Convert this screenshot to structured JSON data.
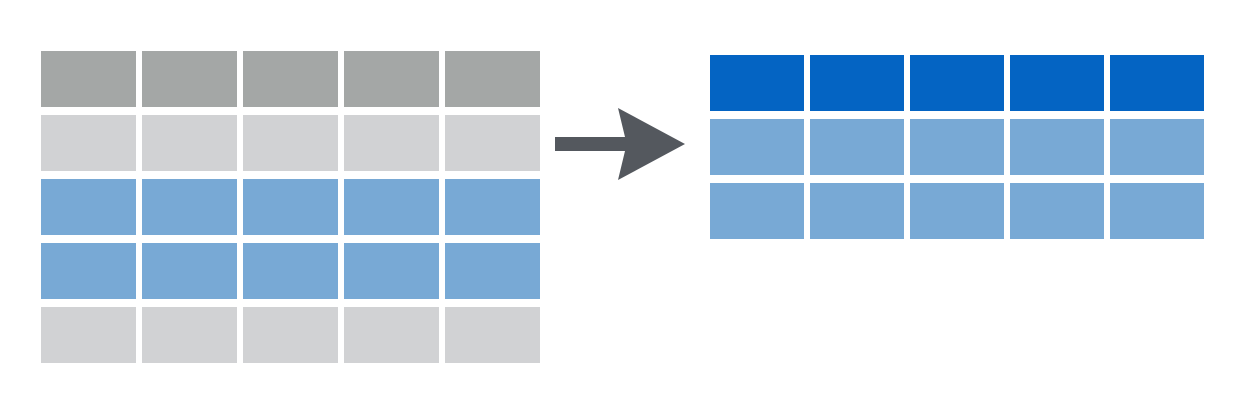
{
  "colors": {
    "header_gray": "#a4a7a6",
    "row_light_gray": "#d1d2d4",
    "row_blue_light": "#78a9d5",
    "header_blue": "#0464c3",
    "arrow": "#54585e"
  },
  "source_table": {
    "columns": 5,
    "rows": [
      "header",
      "unselected",
      "selected",
      "selected",
      "unselected"
    ]
  },
  "result_table": {
    "columns": 5,
    "rows": [
      "header",
      "selected",
      "selected"
    ]
  },
  "arrow_icon": "right-arrow"
}
